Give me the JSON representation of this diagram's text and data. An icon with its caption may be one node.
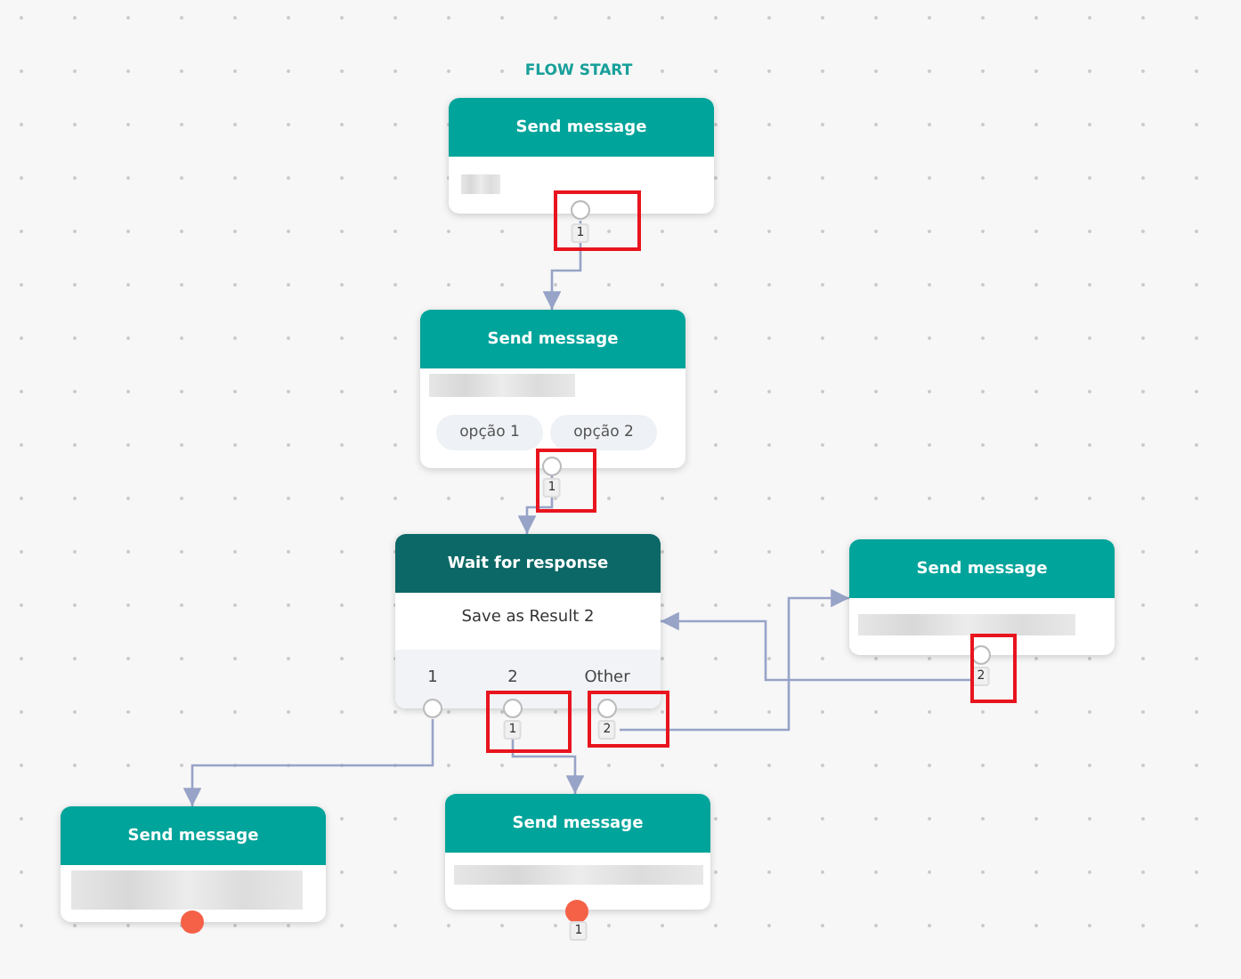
{
  "diagram": {
    "nodes": [
      {
        "text": [
          "Send message"
        ]
      },
      {
        "text": [
          "Send message"
        ]
      },
      {
        "text": [
          "opção 1"
        ],
        "in": 1
      },
      {
        "text": [
          "opção 2"
        ],
        "in": 1
      },
      {
        "text": [
          "Wait for response",
          "Save as Result 2"
        ]
      },
      {
        "text": [
          "Send message"
        ]
      },
      {
        "text": [
          "Send message"
        ]
      },
      {
        "text": [
          "Send message"
        ]
      }
    ],
    "edges": [
      {
        "from": 0,
        "to": 1,
        "arrow": "to"
      },
      {
        "from": 1,
        "to": 4,
        "arrow": "to"
      },
      {
        "from": 4,
        "to": 6,
        "arrow": "to"
      },
      {
        "from": 4,
        "to": 7,
        "arrow": "to"
      },
      {
        "from": 4,
        "to": 5,
        "arrow": "to"
      },
      {
        "from": 5,
        "to": 4,
        "arrow": "to"
      }
    ],
    "labels": [
      "FLOW START",
      "1",
      "1",
      "1",
      "2",
      "Other",
      "2",
      "1",
      "2",
      "1"
    ]
  }
}
